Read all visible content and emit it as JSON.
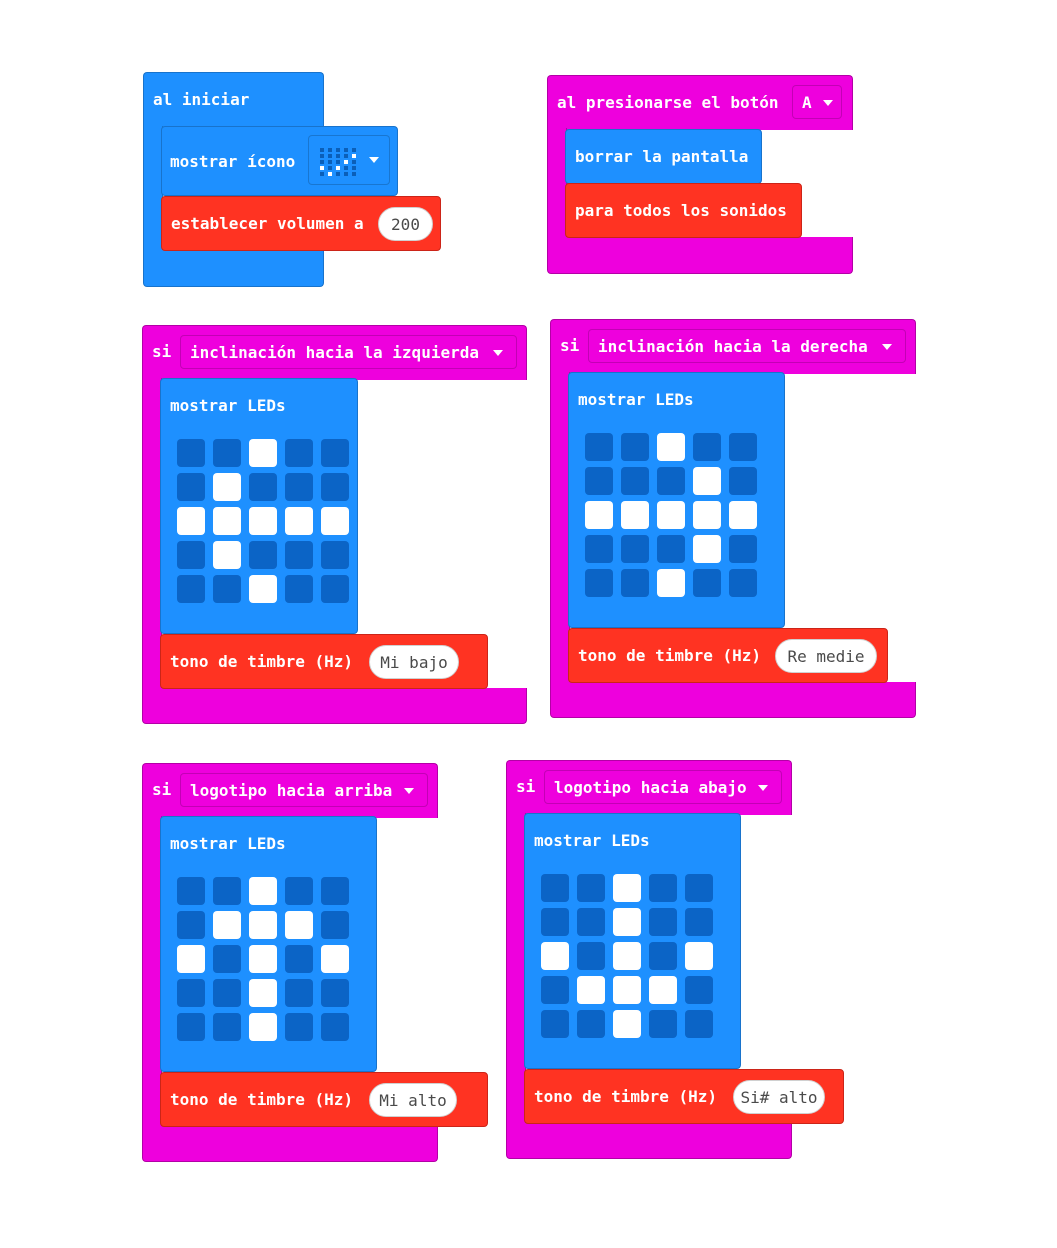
{
  "colors": {
    "basic": "#1e90ff",
    "input": "#ee00dd",
    "music": "#ff3322"
  },
  "on_start": {
    "label": "al iniciar",
    "show_icon": {
      "label": "mostrar ícono",
      "icon": "yes-checkmark-icon",
      "pattern": [
        [
          0,
          0,
          0,
          0,
          0
        ],
        [
          0,
          0,
          0,
          0,
          1
        ],
        [
          0,
          0,
          0,
          1,
          0
        ],
        [
          1,
          0,
          1,
          0,
          0
        ],
        [
          0,
          1,
          0,
          0,
          0
        ]
      ]
    },
    "set_volume": {
      "label": "establecer volumen a",
      "value": "200"
    }
  },
  "on_button": {
    "label": "al presionarse el botón",
    "button": "A",
    "clear": "borrar la pantalla",
    "stop": "para todos los sonidos"
  },
  "gestures": [
    {
      "si": "si",
      "gesture": "inclinación hacia la izquierda",
      "show_leds": "mostrar LEDs",
      "leds": [
        [
          0,
          0,
          1,
          0,
          0
        ],
        [
          0,
          1,
          0,
          0,
          0
        ],
        [
          1,
          1,
          1,
          1,
          1
        ],
        [
          0,
          1,
          0,
          0,
          0
        ],
        [
          0,
          0,
          1,
          0,
          0
        ]
      ],
      "tone_label": "tono de timbre (Hz)",
      "note": "Mi bajo"
    },
    {
      "si": "si",
      "gesture": "inclinación hacia la derecha",
      "show_leds": "mostrar LEDs",
      "leds": [
        [
          0,
          0,
          1,
          0,
          0
        ],
        [
          0,
          0,
          0,
          1,
          0
        ],
        [
          1,
          1,
          1,
          1,
          1
        ],
        [
          0,
          0,
          0,
          1,
          0
        ],
        [
          0,
          0,
          1,
          0,
          0
        ]
      ],
      "tone_label": "tono de timbre (Hz)",
      "note": "Re medie"
    },
    {
      "si": "si",
      "gesture": "logotipo hacia arriba",
      "show_leds": "mostrar LEDs",
      "leds": [
        [
          0,
          0,
          1,
          0,
          0
        ],
        [
          0,
          1,
          1,
          1,
          0
        ],
        [
          1,
          0,
          1,
          0,
          1
        ],
        [
          0,
          0,
          1,
          0,
          0
        ],
        [
          0,
          0,
          1,
          0,
          0
        ]
      ],
      "tone_label": "tono de timbre (Hz)",
      "note": "Mi alto"
    },
    {
      "si": "si",
      "gesture": "logotipo hacia abajo",
      "show_leds": "mostrar LEDs",
      "leds": [
        [
          0,
          0,
          1,
          0,
          0
        ],
        [
          0,
          0,
          1,
          0,
          0
        ],
        [
          1,
          0,
          1,
          0,
          1
        ],
        [
          0,
          1,
          1,
          1,
          0
        ],
        [
          0,
          0,
          1,
          0,
          0
        ]
      ],
      "tone_label": "tono de timbre (Hz)",
      "note": "Si# alto"
    }
  ]
}
